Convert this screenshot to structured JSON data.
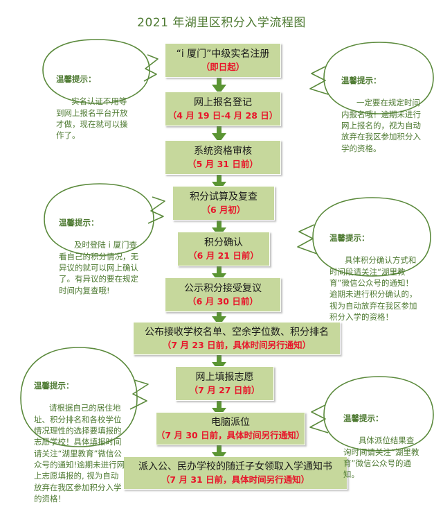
{
  "title": "2021 年湖里区积分入学流程图",
  "colors": {
    "box_fill": "#c6d89c",
    "title_green": "#4e7a32",
    "date_red": "#e8152a",
    "arrow_green": "#5b9534",
    "bubble_outline": "#5b8a3c"
  },
  "steps": [
    {
      "id": "step-1",
      "main": "“i 厦门”中级实名注册",
      "date": "（即日起）"
    },
    {
      "id": "step-2",
      "main": "网上报名登记",
      "date": "（4 月 19 日-4 月 28 日）"
    },
    {
      "id": "step-3",
      "main": "系统资格审核",
      "date": "（5 月 31 日前）"
    },
    {
      "id": "step-4",
      "main": "积分试算及复查",
      "date": "（6 月初）"
    },
    {
      "id": "step-5",
      "main": "积分确认",
      "date": "（6 月 21 日前）"
    },
    {
      "id": "step-6",
      "main": "公示积分接受复议",
      "date": "（6 月 30 日前）"
    },
    {
      "id": "step-7",
      "main": "公布接收学校名单、空余学位数、积分排名",
      "date": "（7 月 23 日前，具体时间另行通知）"
    },
    {
      "id": "step-8",
      "main": "网上填报志愿",
      "date": "（7 月 27 日前）"
    },
    {
      "id": "step-9",
      "main": "电脑派位",
      "date": "（7 月 30 日前，具体时间另行通知）"
    },
    {
      "id": "step-10",
      "main": "派入公、民办学校的随迁子女领取入学通知书",
      "date": "（7 月 31 日前，具体时间另行通知）"
    }
  ],
  "callouts": [
    {
      "id": "callout-top-left",
      "header": "温馨提示：",
      "body": "实名认证不用等到网上报名平台开放才做，现在就可以操作了。"
    },
    {
      "id": "callout-top-right",
      "header": "温馨提示：",
      "body": "一定要在规定时间内报名哦！逾期未进行网上报名的，视为自动放弃在我区参加积分入学的资格。"
    },
    {
      "id": "callout-mid-left",
      "header": "温馨提示：",
      "body": "及时登陆 i 厦门查看自己的积分情况，无异议的就可以网上确认了。有异议的要在规定时间内复查哦!"
    },
    {
      "id": "callout-mid-right",
      "header": "温馨提示：",
      "body": "具体积分确认方式和时间段请关注“湖里教育”微信公众号的通知！逾期未进行积分确认的，视为自动放弃在我区参加积分入学的资格！"
    },
    {
      "id": "callout-low-left",
      "header": "温馨提示：",
      "body": "请根据自己的居住地址、积分排名和各校学位情况理性的选择要填报的志愿学校！具体填报时间请关注“湖里教育”微信公众号的通知!逾期未进行网上志愿填报的, 视为自动放弃在我区参加积分入学的资格！"
    },
    {
      "id": "callout-low-right",
      "header": "温馨提示：",
      "body": "具体派位结果查询时间请关注“湖里教育”微信公众号的通知。"
    }
  ]
}
